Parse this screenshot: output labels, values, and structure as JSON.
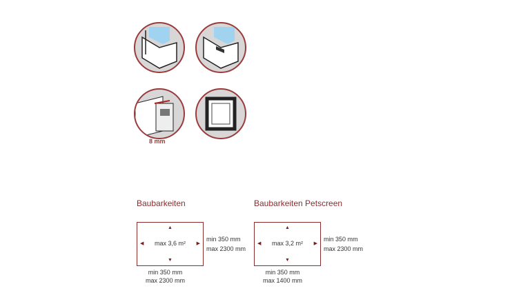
{
  "icons": [
    "window-profile-1-icon",
    "window-profile-2-icon",
    "frame-profile-8mm-icon",
    "screen-frame-icon"
  ],
  "profile_label": "8 mm",
  "sections": [
    {
      "title": "Baubarkeiten",
      "area": "max 3,6 m²",
      "height_min": "min 350 mm",
      "height_max": "max 2300 mm",
      "width_min": "min 350 mm",
      "width_max": "max 2300 mm"
    },
    {
      "title": "Baubarkeiten Petscreen",
      "area": "max 3,2 m²",
      "height_min": "min 350 mm",
      "height_max": "max 2300 mm",
      "width_min": "min 350 mm",
      "width_max": "max 1400 mm"
    }
  ],
  "accent": "#8a2b2b"
}
